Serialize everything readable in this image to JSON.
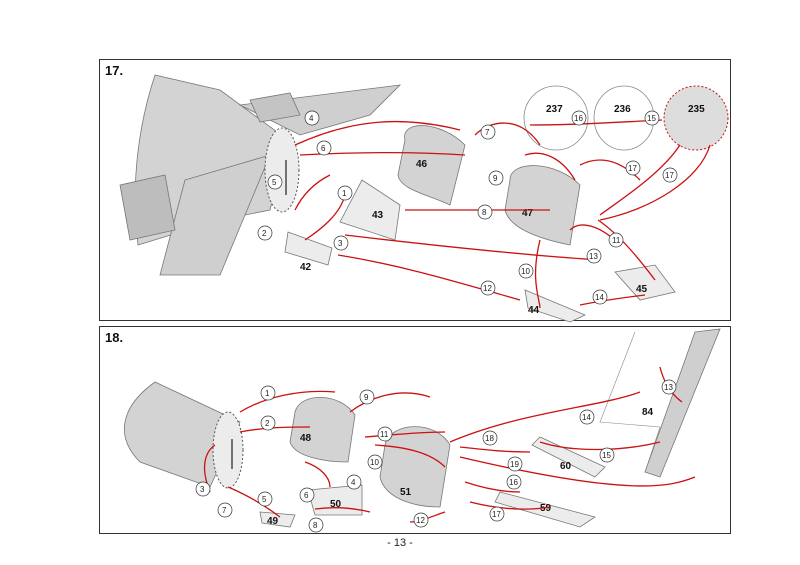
{
  "steps": [
    {
      "number": "17.",
      "parts": [
        "46",
        "47",
        "43",
        "42",
        "45",
        "44",
        "237",
        "236",
        "235"
      ],
      "callouts": [
        "4",
        "6",
        "5",
        "1",
        "2",
        "3",
        "7",
        "9",
        "8",
        "10",
        "11",
        "12",
        "13",
        "14",
        "15",
        "16",
        "17",
        "17"
      ]
    },
    {
      "number": "18.",
      "parts": [
        "48",
        "51",
        "50",
        "49",
        "60",
        "59",
        "84"
      ],
      "callouts": [
        "1",
        "2",
        "3",
        "4",
        "5",
        "6",
        "7",
        "8",
        "9",
        "10",
        "11",
        "12",
        "13",
        "14",
        "15",
        "16",
        "17",
        "18",
        "19"
      ]
    }
  ],
  "page_number": "- 13 -",
  "colors": {
    "arrow": "#cc1111",
    "part": "#d3d3d3",
    "outline": "#666666"
  }
}
